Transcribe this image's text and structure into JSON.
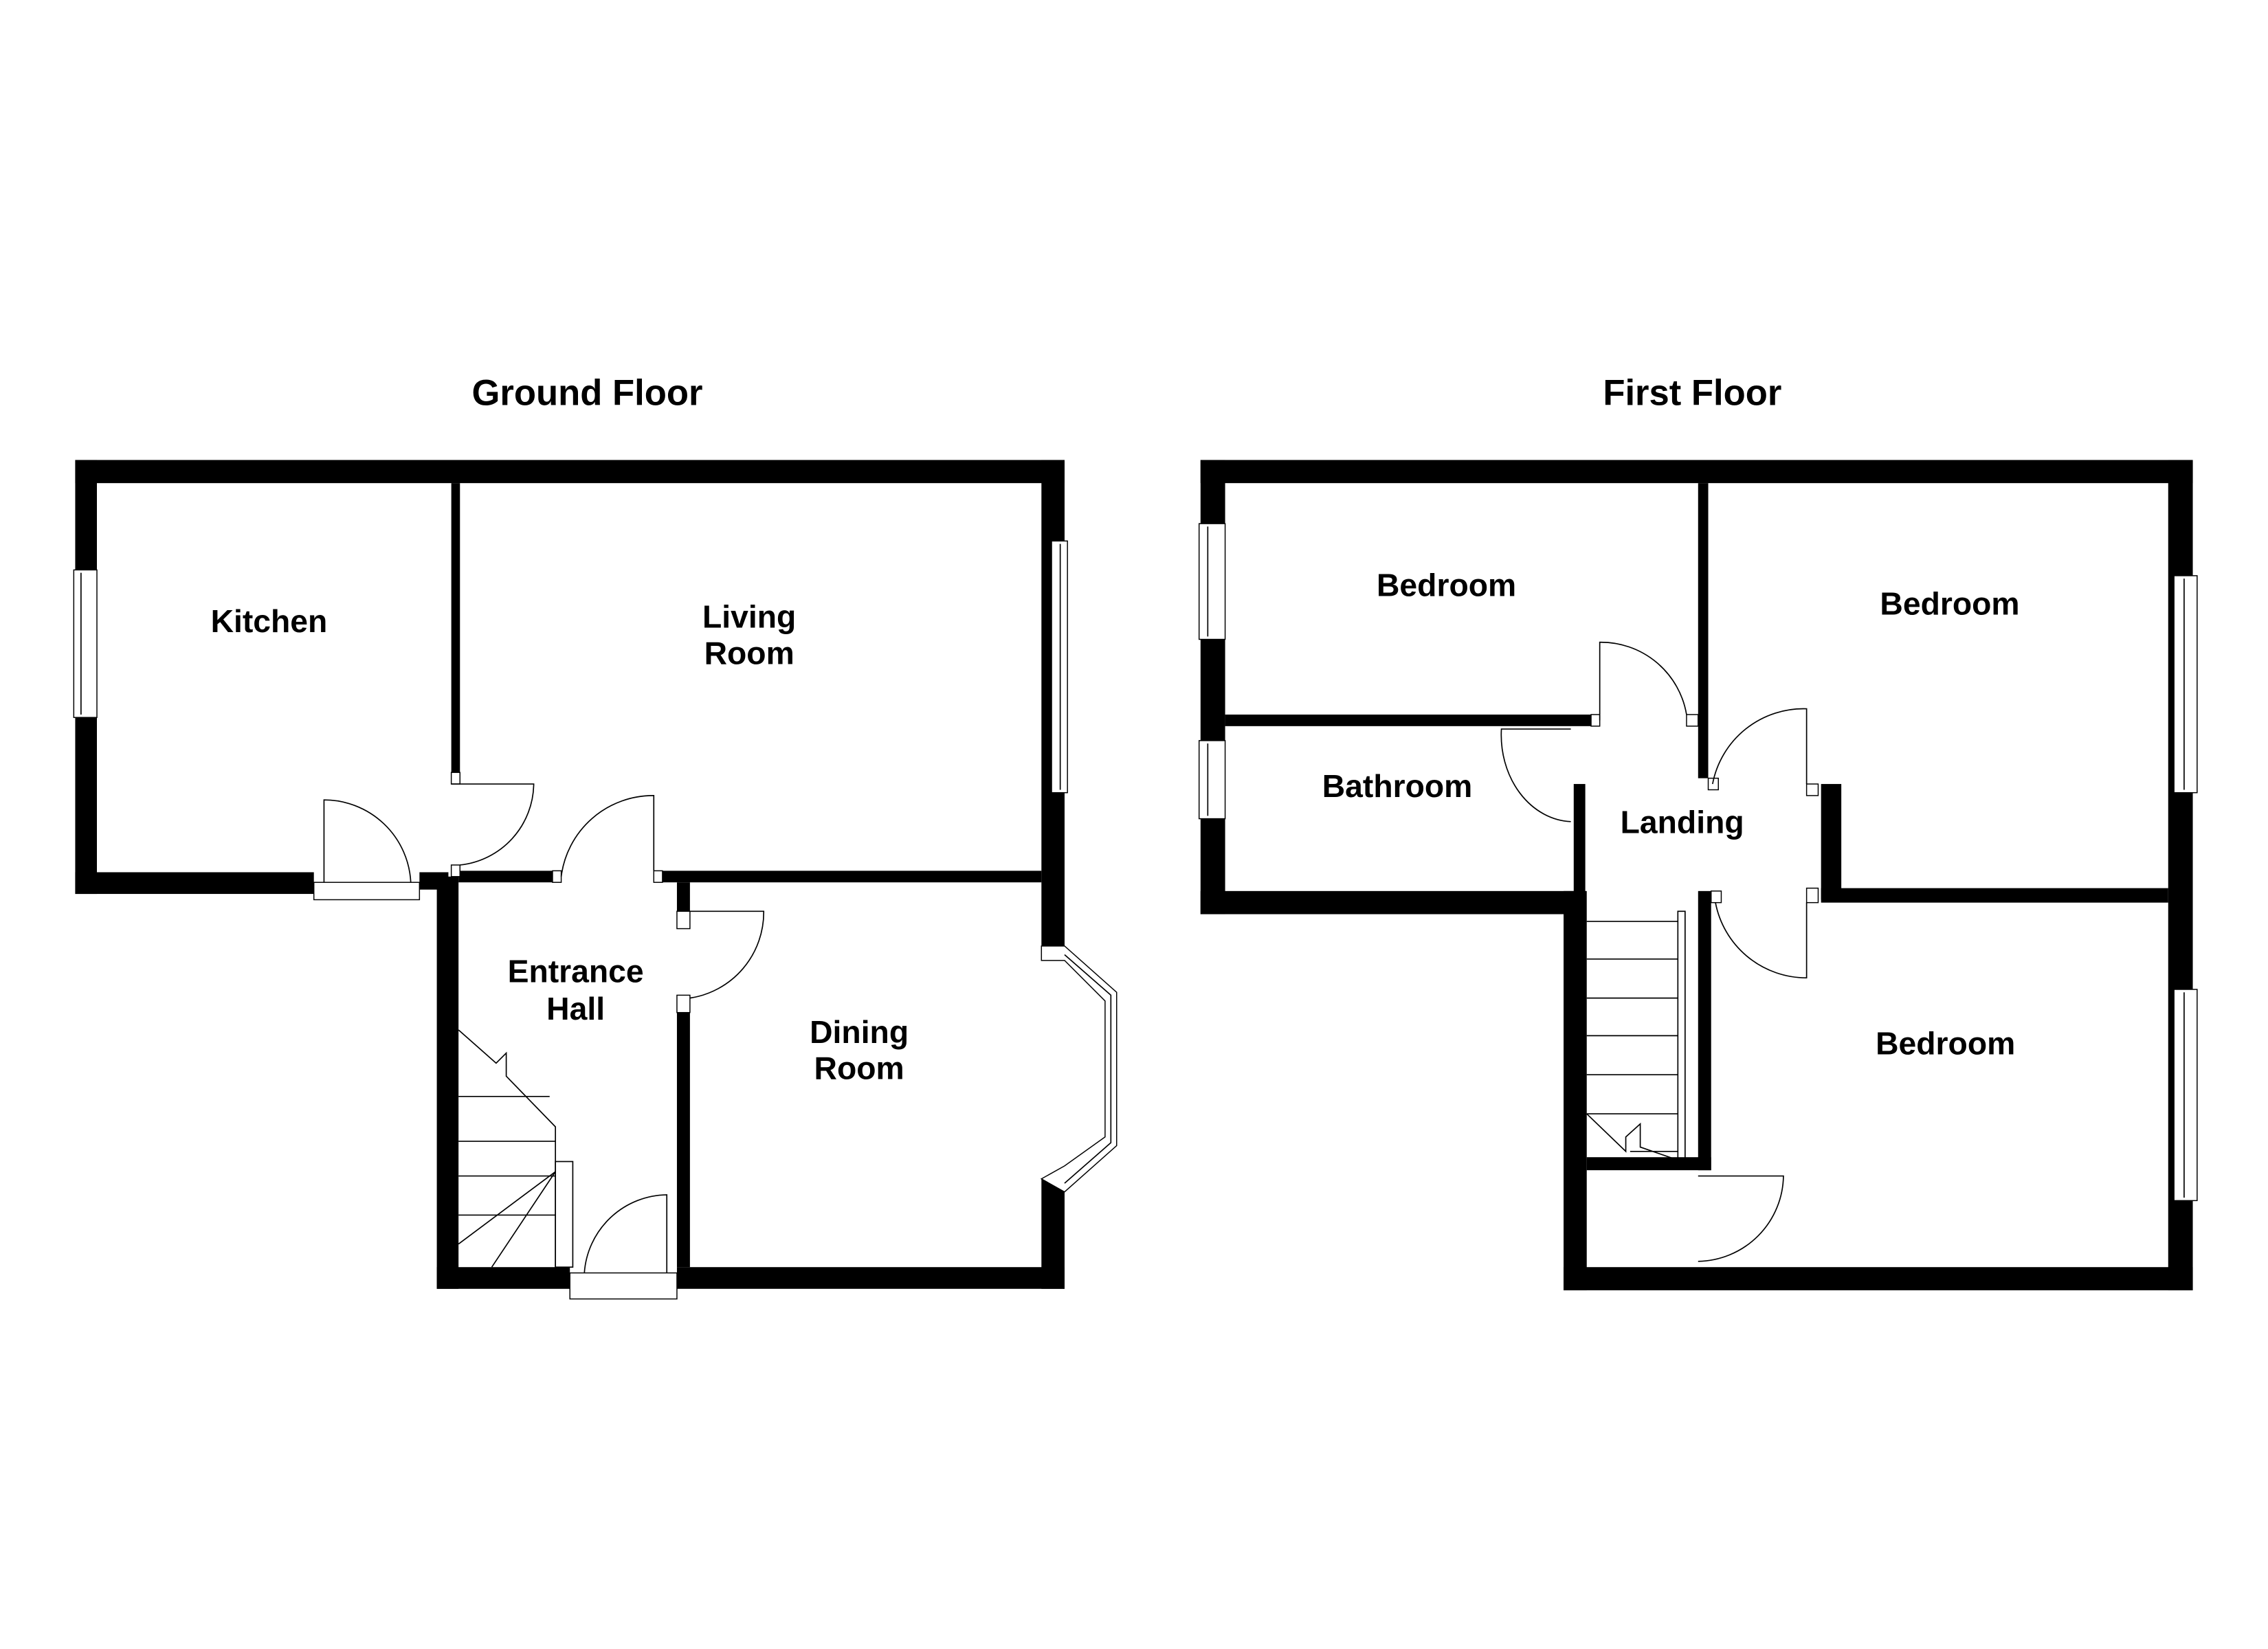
{
  "floors": [
    {
      "title": "Ground Floor",
      "rooms": [
        {
          "name": "Kitchen",
          "lines": [
            "Kitchen"
          ]
        },
        {
          "name": "Living Room",
          "lines": [
            "Living",
            "Room"
          ]
        },
        {
          "name": "Entrance Hall",
          "lines": [
            "Entrance",
            "Hall"
          ]
        },
        {
          "name": "Dining Room",
          "lines": [
            "Dining",
            "Room"
          ]
        }
      ]
    },
    {
      "title": "First Floor",
      "rooms": [
        {
          "name": "Bedroom",
          "lines": [
            "Bedroom"
          ]
        },
        {
          "name": "Bedroom",
          "lines": [
            "Bedroom"
          ]
        },
        {
          "name": "Bathroom",
          "lines": [
            "Bathroom"
          ]
        },
        {
          "name": "Landing",
          "lines": [
            "Landing"
          ]
        },
        {
          "name": "Bedroom",
          "lines": [
            "Bedroom"
          ]
        }
      ]
    }
  ],
  "colors": {
    "wall": "#000000",
    "background": "#ffffff"
  }
}
